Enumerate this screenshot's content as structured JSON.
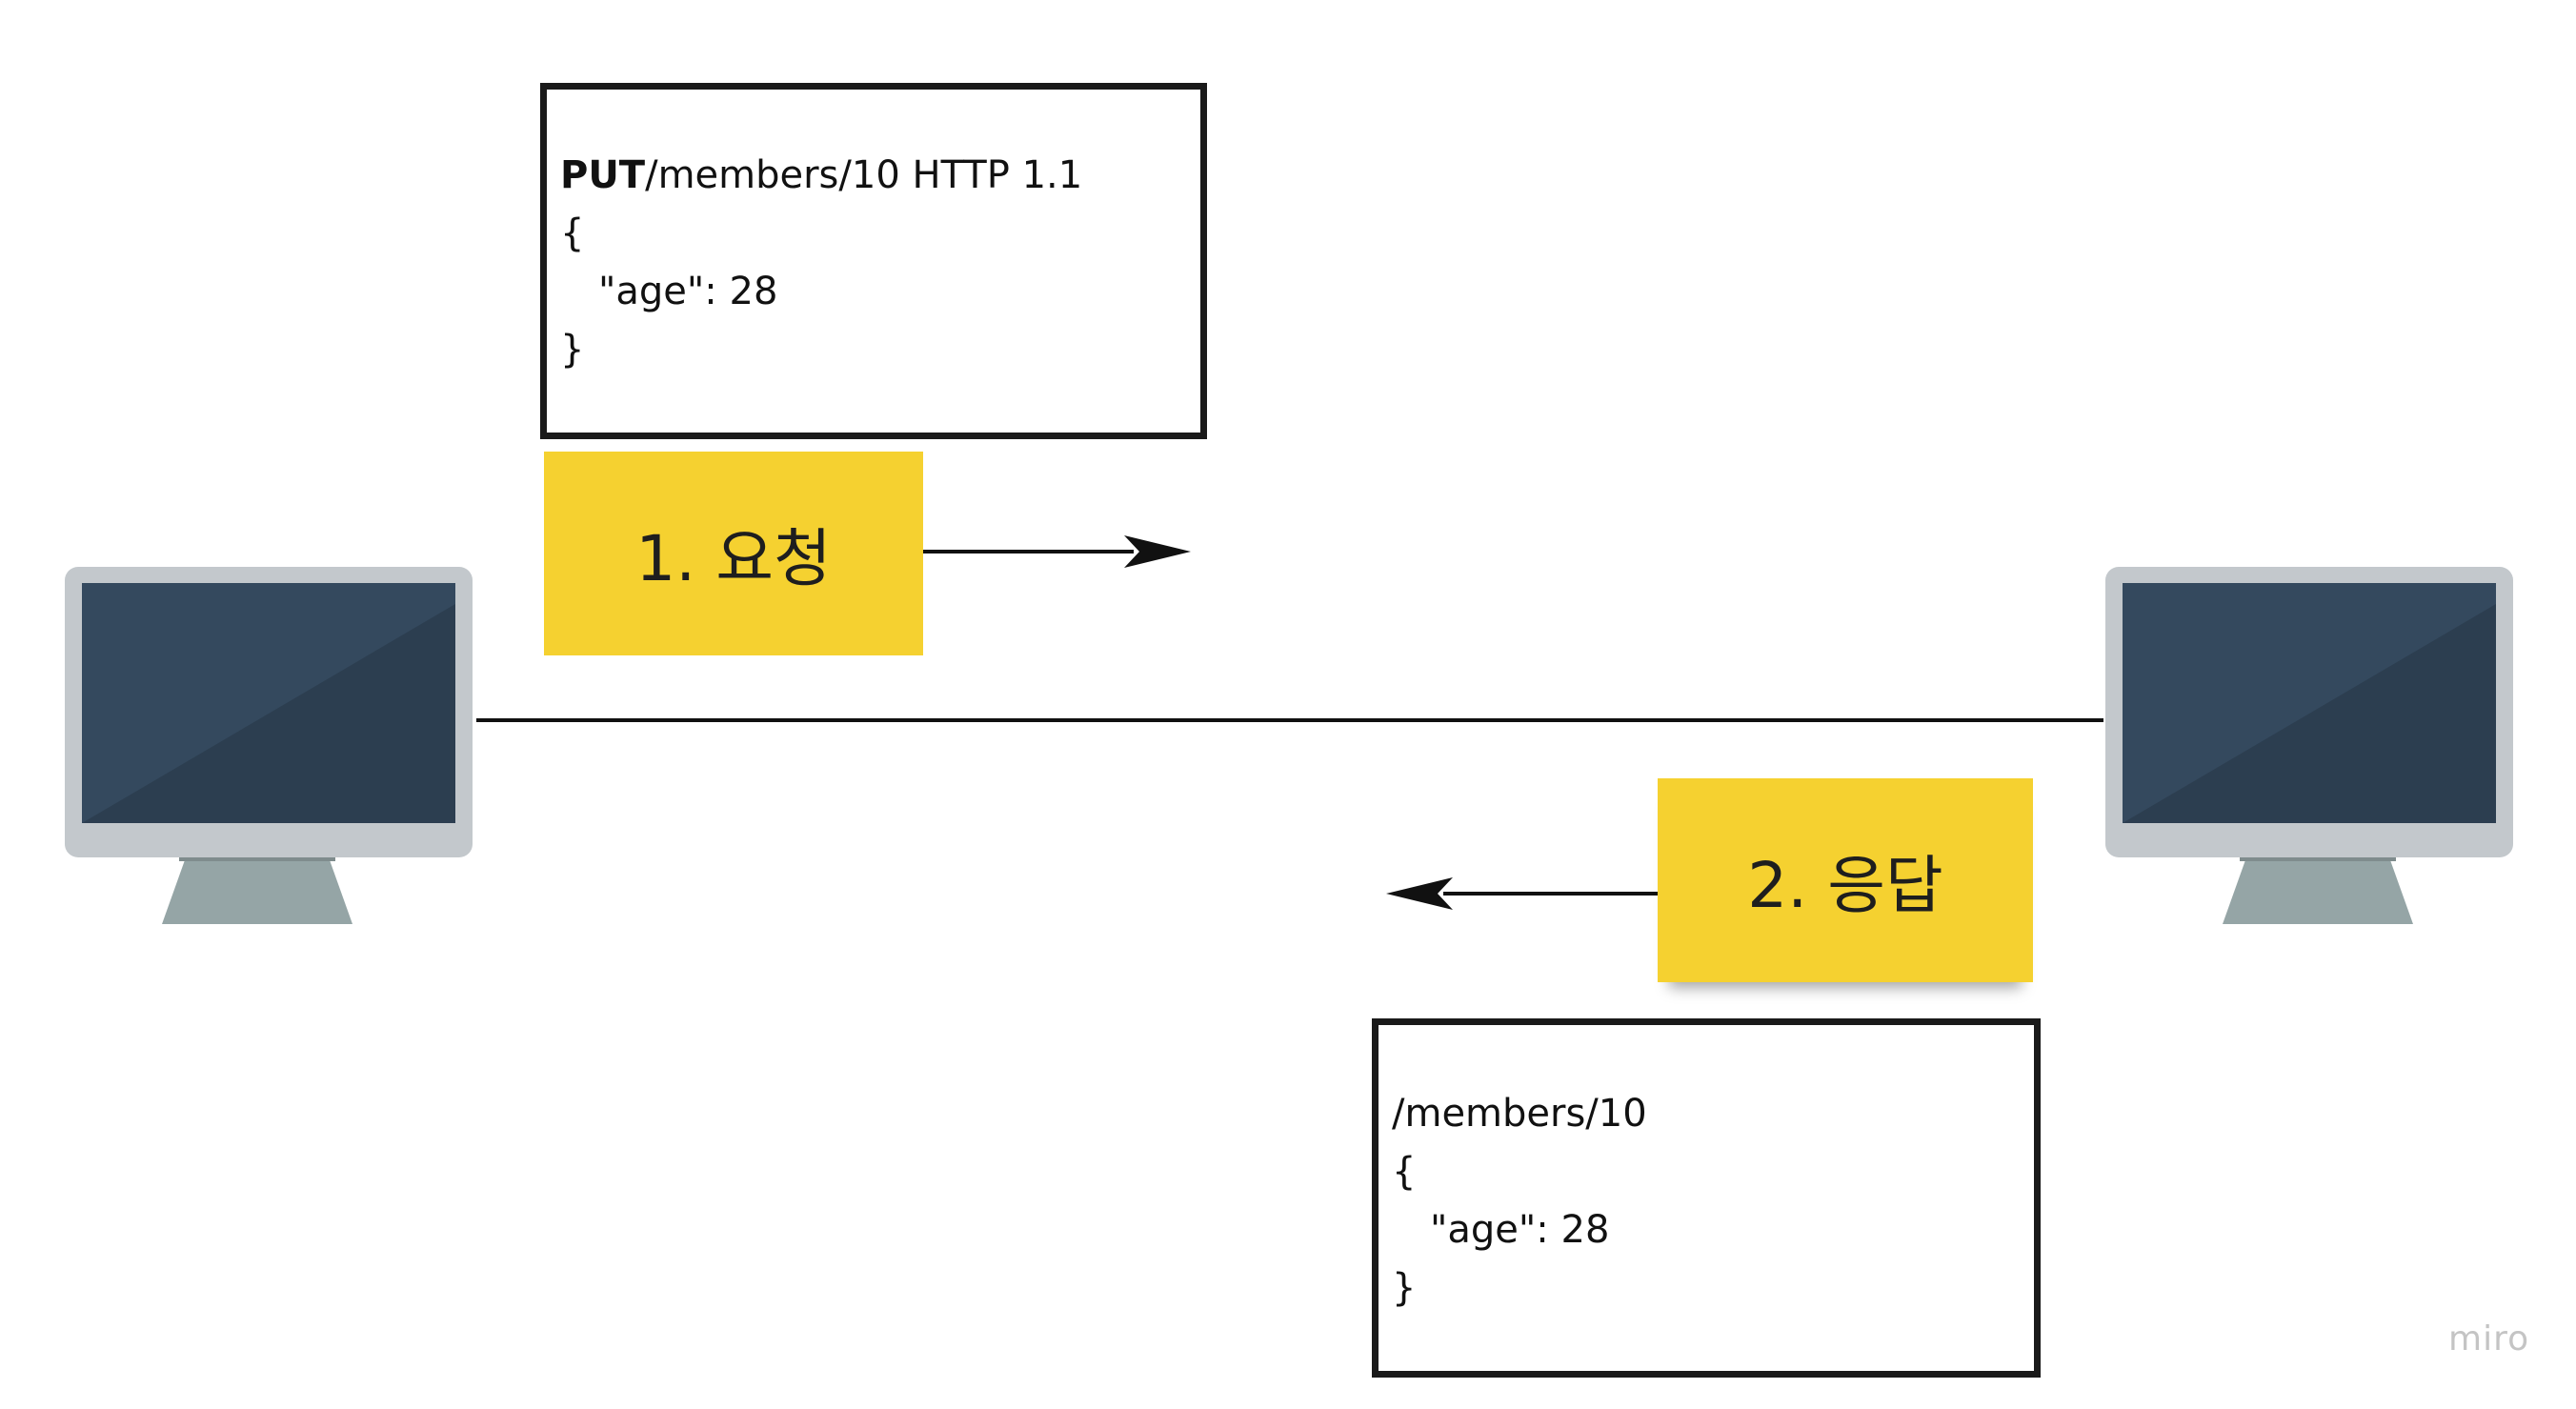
{
  "request": {
    "method": "PUT",
    "first_line_rest": "/members/10 HTTP 1.1",
    "open_brace": "{",
    "body_line": "\"age\": 28",
    "close_brace": "}"
  },
  "response": {
    "first_line": "/members/10",
    "open_brace": "{",
    "body_line": "\"age\": 28",
    "close_brace": "}"
  },
  "stickies": {
    "request_label": "1. 요청",
    "response_label": "2. 응답",
    "color": "#f5d130"
  },
  "computers": {
    "left": "client-monitor-icon",
    "right": "server-monitor-icon",
    "bezel_color": "#c3c8cc",
    "screen_color": "#34495e",
    "stand_color": "#95a5a6"
  },
  "watermark": "miro"
}
